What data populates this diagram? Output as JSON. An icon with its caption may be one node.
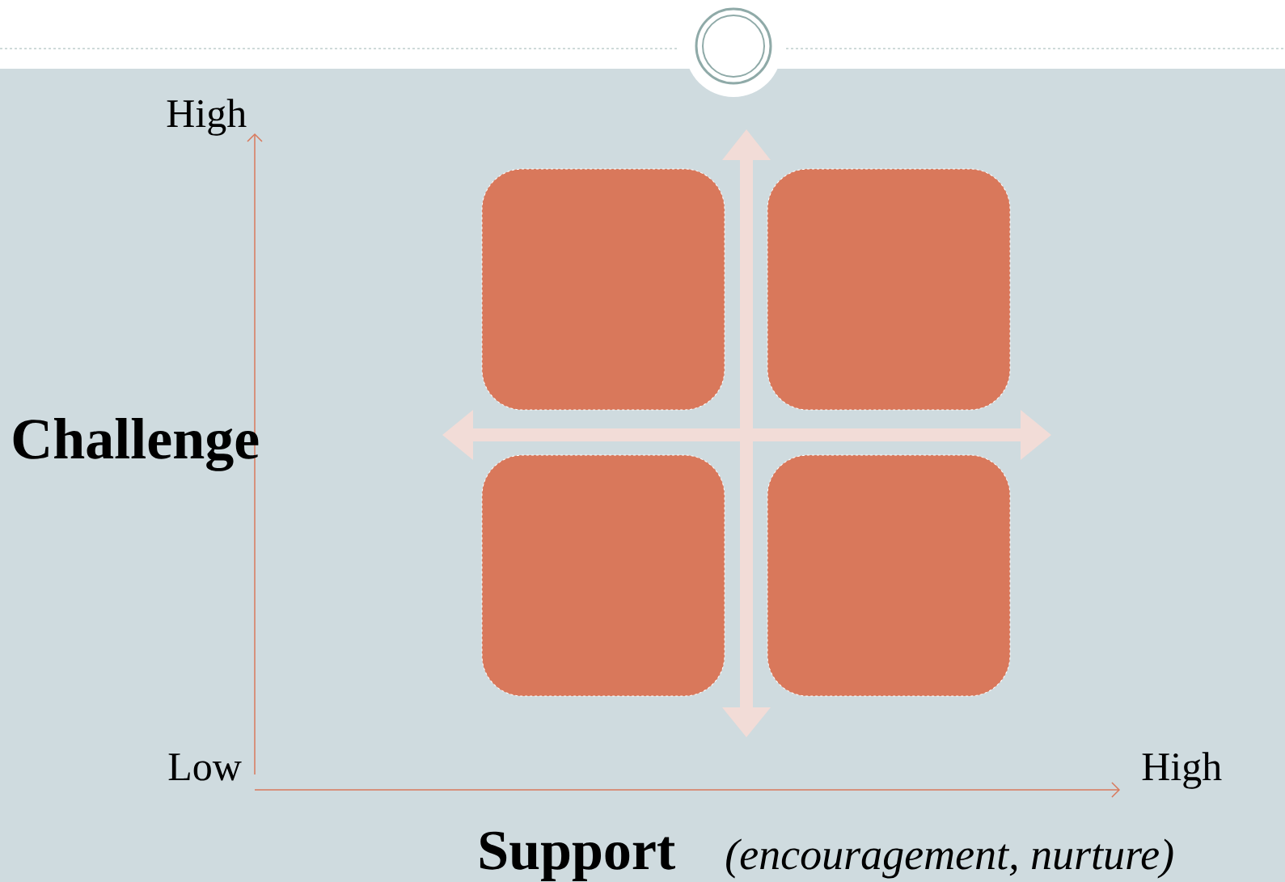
{
  "diagram": {
    "nodes": [
      {
        "text": [],
        "shape": "box"
      },
      {
        "text": [],
        "shape": "box"
      },
      {
        "text": [],
        "shape": "box"
      },
      {
        "text": [],
        "shape": "box"
      }
    ],
    "labels": [
      "High",
      "Challenge",
      "Low",
      "High",
      "Support",
      "(encouragement, nurture)"
    ]
  }
}
